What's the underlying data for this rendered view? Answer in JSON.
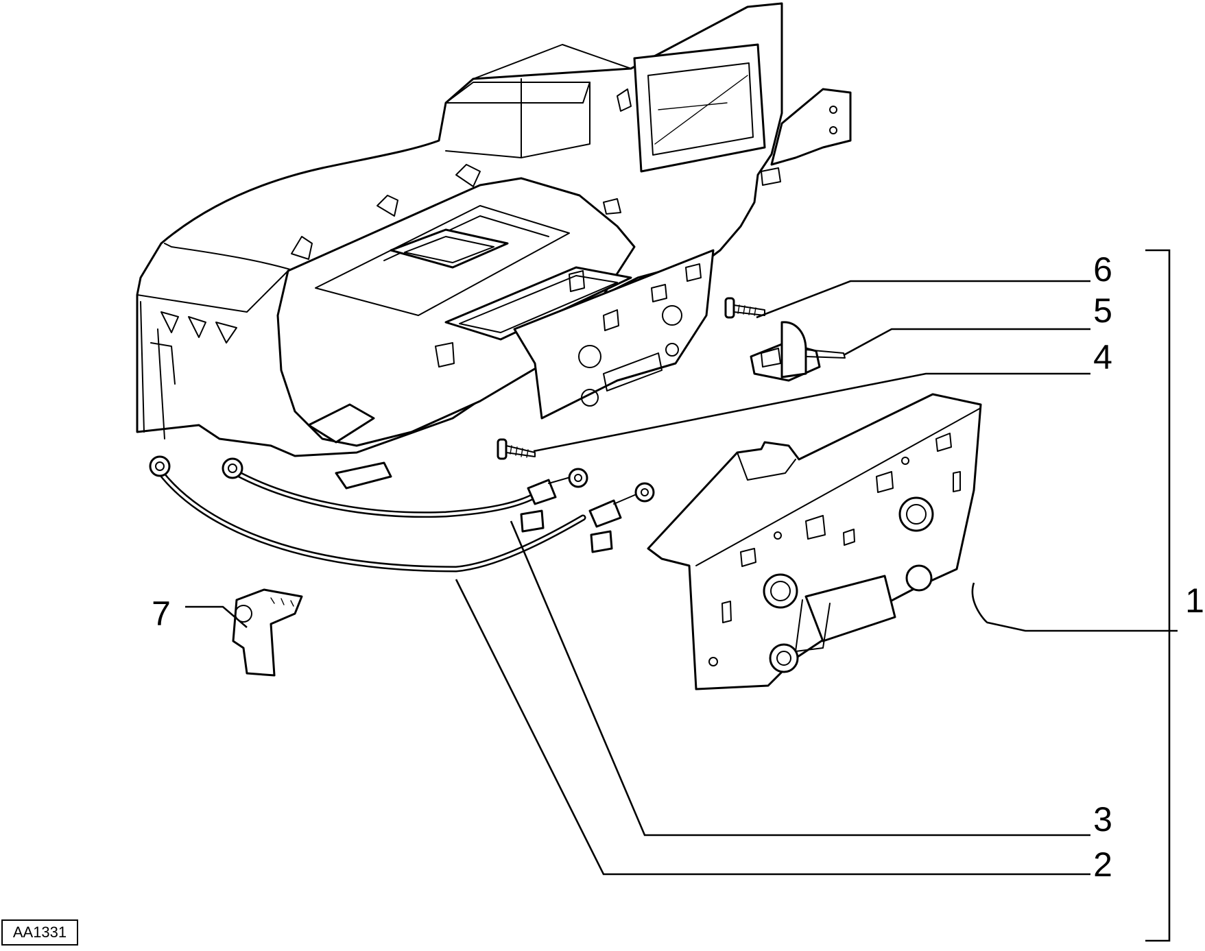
{
  "reference_code": "AA1331",
  "callouts": [
    {
      "id": "1",
      "label": "1"
    },
    {
      "id": "2",
      "label": "2"
    },
    {
      "id": "3",
      "label": "3"
    },
    {
      "id": "4",
      "label": "4"
    },
    {
      "id": "5",
      "label": "5"
    },
    {
      "id": "6",
      "label": "6"
    },
    {
      "id": "7",
      "label": "7"
    }
  ],
  "colors": {
    "ink": "#000000",
    "paper": "#ffffff"
  }
}
